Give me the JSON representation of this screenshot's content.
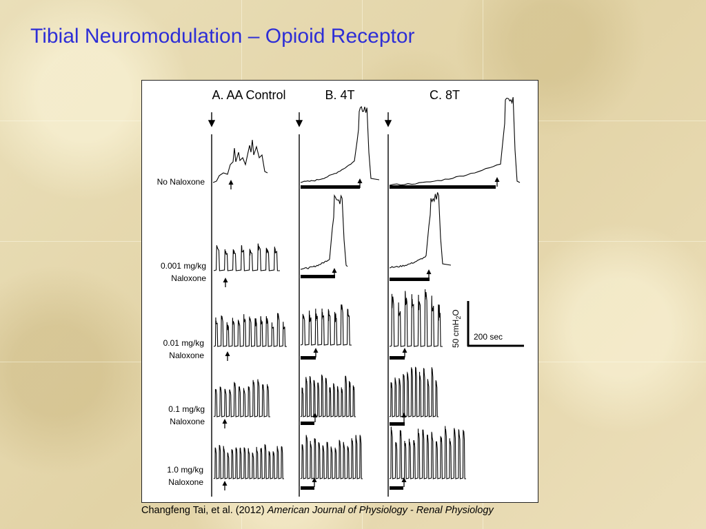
{
  "slide": {
    "title": "Tibial Neuromodulation – Opioid Receptor"
  },
  "figure": {
    "columns": [
      {
        "label": "A. AA Control"
      },
      {
        "label": "B. 4T"
      },
      {
        "label": "C. 8T"
      }
    ],
    "rows": [
      {
        "line1": "No Naloxone",
        "line2": ""
      },
      {
        "line1": "0.001 mg/kg",
        "line2": "Naloxone"
      },
      {
        "line1": "0.01 mg/kg",
        "line2": "Naloxone"
      },
      {
        "line1": "0.1 mg/kg",
        "line2": "Naloxone"
      },
      {
        "line1": "1.0 mg/kg",
        "line2": "Naloxone"
      }
    ],
    "scale_bar": {
      "vertical_label": "50 cmH2O",
      "horizontal_label": "200 sec"
    }
  },
  "citation": {
    "authors": "Changfeng Tai, et al. (2012) ",
    "journal": "American Journal of  Physiology - Renal  Physiology"
  }
}
